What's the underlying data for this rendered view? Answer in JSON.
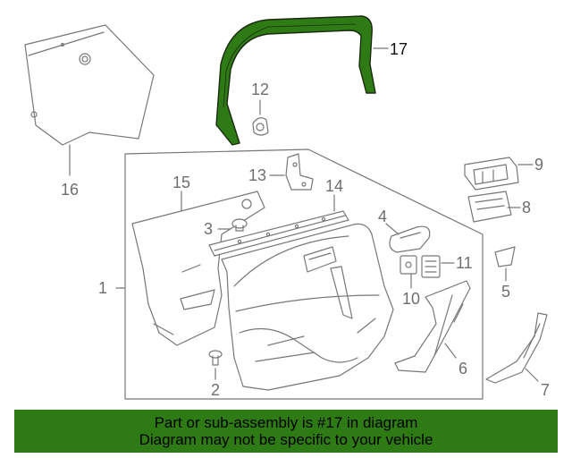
{
  "diagram": {
    "highlight_color": "#2e7a14",
    "callouts": {
      "c1": "1",
      "c2": "2",
      "c3": "3",
      "c4": "4",
      "c5": "5",
      "c6": "6",
      "c7": "7",
      "c8": "8",
      "c9": "9",
      "c10": "10",
      "c11": "11",
      "c12": "12",
      "c13": "13",
      "c14": "14",
      "c15": "15",
      "c16": "16",
      "c17": "17"
    }
  },
  "banner": {
    "line1": "Part or sub-assembly is #17 in diagram",
    "line2": "Diagram may not be specific to your vehicle",
    "background": "#2e7a14"
  }
}
